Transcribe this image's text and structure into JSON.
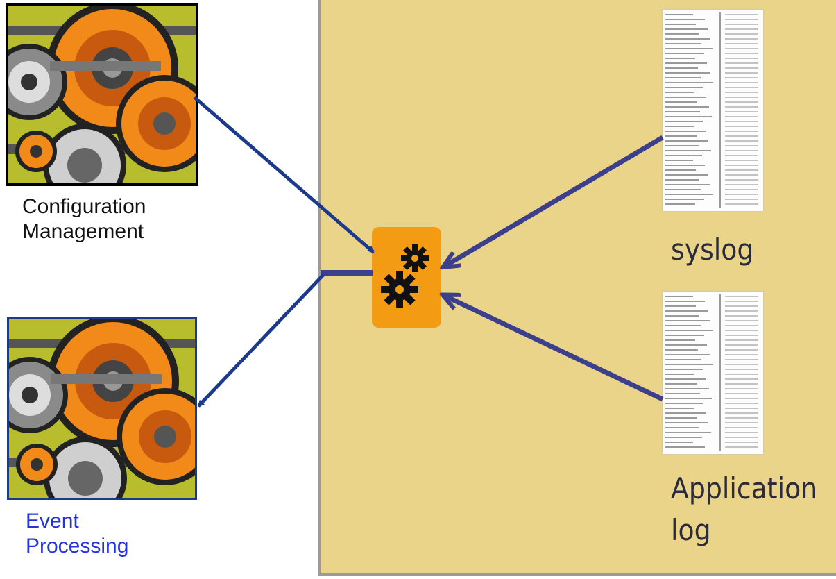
{
  "nodes": {
    "config_management": {
      "label_lines": [
        "Configuration",
        "Management"
      ],
      "icon": "gears-machinery-icon"
    },
    "event_processing": {
      "label_lines": [
        "Event",
        "Processing"
      ],
      "icon": "gears-machinery-icon"
    },
    "processor": {
      "icon": "gears-icon",
      "color": "#f39b12"
    },
    "syslog": {
      "label": "syslog",
      "icon": "log-document-icon"
    },
    "application_log": {
      "label_lines": [
        "Application",
        "log"
      ],
      "icon": "log-document-icon"
    }
  },
  "colors": {
    "panel_background": "#ead48a",
    "arrow_primary": "#1c3a8c",
    "arrow_log": "#3c3f8c",
    "event_label": "#2233dd"
  },
  "edges": [
    {
      "from": "config_management",
      "to": "processor"
    },
    {
      "from": "processor",
      "to": "event_processing"
    },
    {
      "from": "syslog",
      "to": "processor"
    },
    {
      "from": "application_log",
      "to": "processor"
    }
  ]
}
